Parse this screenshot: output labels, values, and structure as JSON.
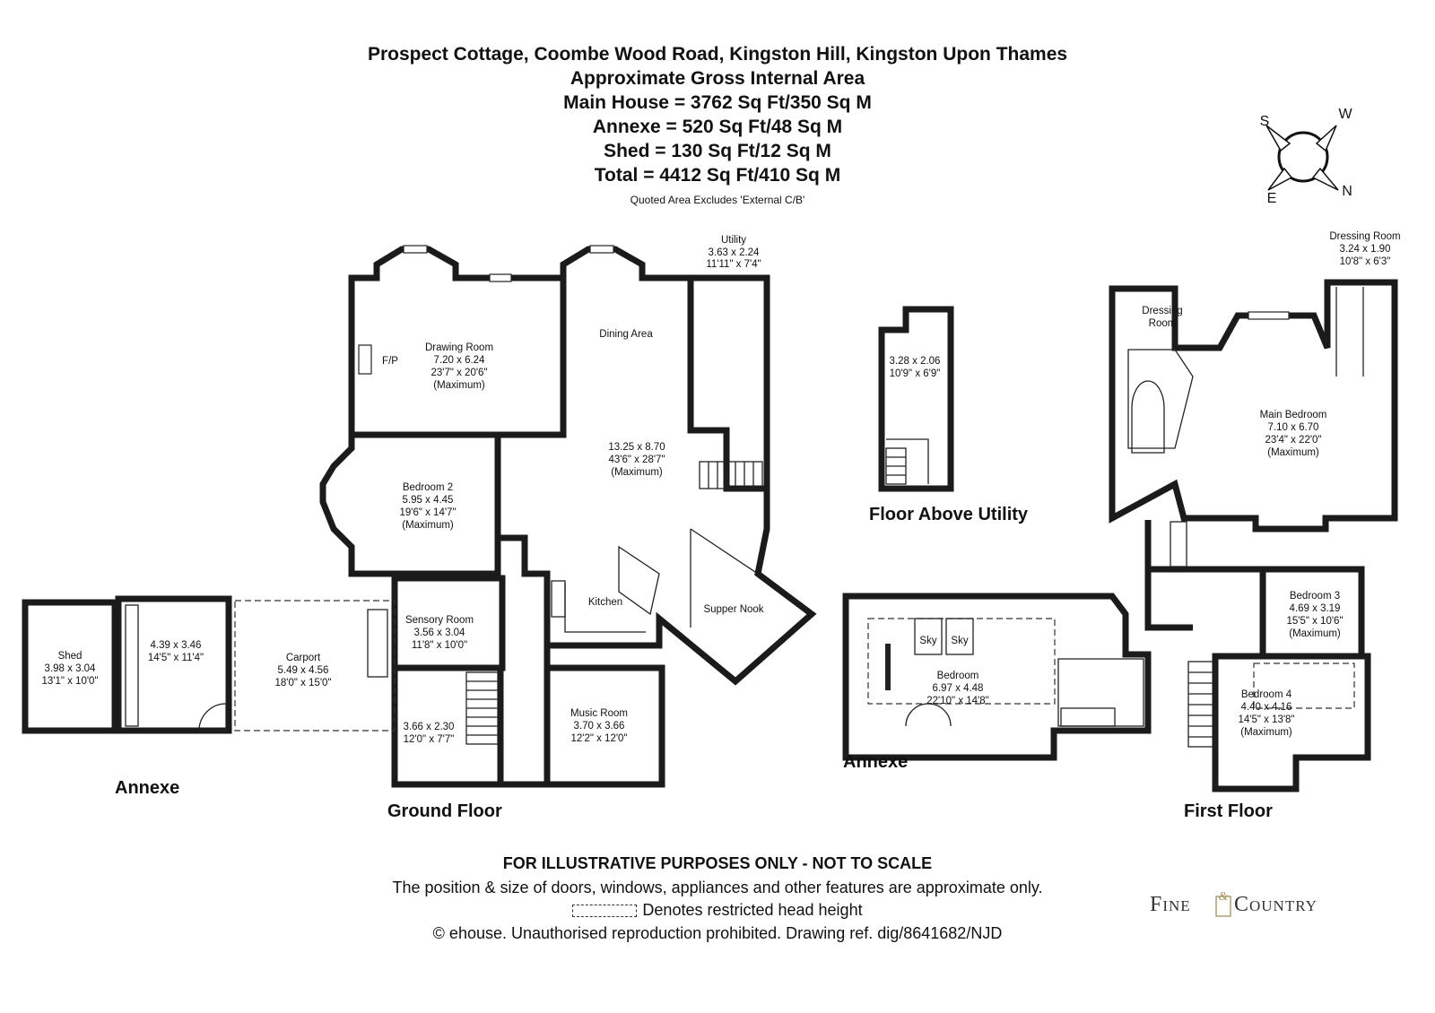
{
  "header": {
    "address": "Prospect Cottage, Coombe Wood Road, Kingston Hill, Kingston Upon Thames",
    "area_title": "Approximate Gross Internal Area",
    "main_house": "Main House = 3762 Sq Ft/350 Sq M",
    "annexe": "Annexe = 520 Sq Ft/48 Sq M",
    "shed": "Shed = 130 Sq Ft/12 Sq M",
    "total": "Total = 4412 Sq Ft/410 Sq M",
    "note": "Quoted Area Excludes 'External C/B'"
  },
  "compass": {
    "s": "S",
    "w": "W",
    "e": "E",
    "n": "N"
  },
  "floor_labels": {
    "ground": "Ground Floor",
    "first": "First Floor",
    "above_utility": "Floor Above Utility",
    "annexe_ground": "Annexe",
    "annexe_first": "Annexe"
  },
  "rooms": {
    "drawing": {
      "name": "Drawing Room",
      "m": "7.20 x 6.24",
      "ft": "23'7\" x 20'6\"",
      "extra": "(Maximum)"
    },
    "fp": "F/P",
    "dining_area": "Dining Area",
    "dining": {
      "m": "13.25 x 8.70",
      "ft": "43'6\" x 28'7\"",
      "extra": "(Maximum)"
    },
    "utility": {
      "name": "Utility",
      "m": "3.63 x 2.24",
      "ft": "11'11\" x 7'4\""
    },
    "bedroom2": {
      "name": "Bedroom 2",
      "m": "5.95 x 4.45",
      "ft": "19'6\" x 14'7\"",
      "extra": "(Maximum)"
    },
    "kitchen": "Kitchen",
    "supper_nook": "Supper Nook",
    "sensory": {
      "name": "Sensory Room",
      "m": "3.56 x 3.04",
      "ft": "11'8\" x 10'0\""
    },
    "study": {
      "m": "3.66 x 2.30",
      "ft": "12'0\" x 7'7\""
    },
    "music": {
      "name": "Music Room",
      "m": "3.70 x 3.66",
      "ft": "12'2\" x 12'0\""
    },
    "carport": {
      "name": "Carport",
      "m": "5.49 x 4.56",
      "ft": "18'0\" x 15'0\""
    },
    "annexe_g": {
      "m": "4.39 x 3.46",
      "ft": "14'5\" x 11'4\""
    },
    "shed": {
      "name": "Shed",
      "m": "3.98 x 3.04",
      "ft": "13'1\" x 10'0\""
    },
    "above_utility": {
      "m": "3.28 x 2.06",
      "ft": "10'9\" x 6'9\""
    },
    "annexe_bed": {
      "name": "Bedroom",
      "m": "6.97 x 4.48",
      "ft": "22'10\" x 14'8\""
    },
    "sky": "Sky",
    "dressing_room_small": "Dressing Room",
    "dressing": {
      "name": "Dressing Room",
      "m": "3.24 x 1.90",
      "ft": "10'8\" x 6'3\""
    },
    "main_bed": {
      "name": "Main Bedroom",
      "m": "7.10 x 6.70",
      "ft": "23'4\" x 22'0\"",
      "extra": "(Maximum)"
    },
    "bed3": {
      "name": "Bedroom 3",
      "m": "4.69 x 3.19",
      "ft": "15'5\" x 10'6\"",
      "extra": "(Maximum)"
    },
    "bed4": {
      "name": "Bedroom 4",
      "m": "4.40 x 4.16",
      "ft": "14'5\" x 13'8\"",
      "extra": "(Maximum)"
    }
  },
  "footer": {
    "line1": "FOR ILLUSTRATIVE PURPOSES ONLY - NOT TO SCALE",
    "line2": "The position & size of doors, windows, appliances and other features are approximate only.",
    "line3": "Denotes restricted head height",
    "line4": "© ehouse. Unauthorised reproduction prohibited. Drawing ref. dig/8641682/NJD"
  },
  "logo": {
    "text_left": "Fine",
    "amp": "&",
    "text_right": "Country"
  }
}
